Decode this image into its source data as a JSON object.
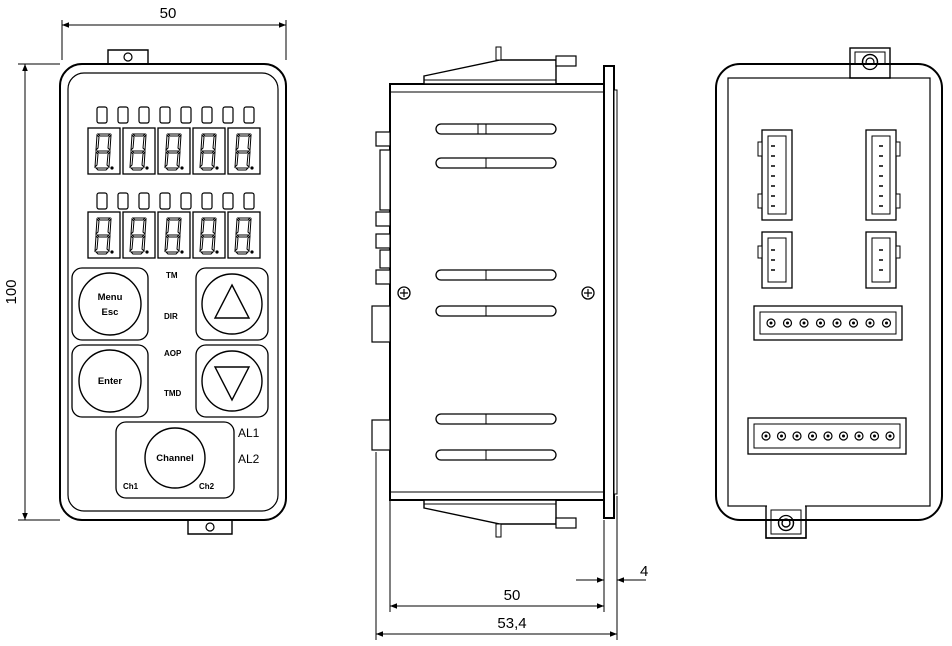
{
  "dimensions": {
    "front_width": "50",
    "front_height": "100",
    "side_depth": "50",
    "side_total_depth": "53,4",
    "side_flange": "4"
  },
  "front_panel": {
    "menu_button": {
      "line1": "Menu",
      "line2": "Esc"
    },
    "enter_button": "Enter",
    "channel_button": "Channel",
    "indicators": [
      "TM",
      "DIR",
      "AOP",
      "TMD"
    ],
    "alarms": [
      "AL1",
      "AL2"
    ],
    "channel_labels": [
      "Ch1",
      "Ch2"
    ],
    "up_arrow": "up-arrow",
    "down_arrow": "down-arrow",
    "digits_per_row": 5,
    "leds_per_row": 8
  }
}
